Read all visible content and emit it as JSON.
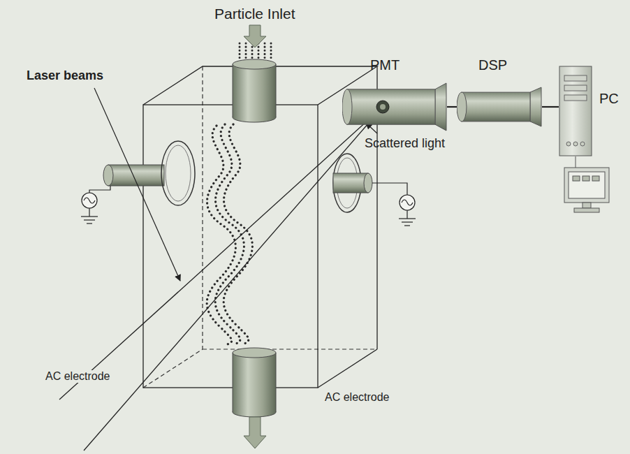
{
  "diagram": {
    "nodes": [
      {
        "text": [
          "PMT"
        ]
      },
      {
        "text": [
          "DSP"
        ]
      },
      {
        "text": [
          "PC"
        ]
      }
    ],
    "edges": [
      {
        "from": 0,
        "to": 1,
        "arrow": "none"
      },
      {
        "from": 1,
        "to": 2,
        "arrow": "none"
      }
    ],
    "labels": [
      "Particle Inlet",
      "Scattered light",
      "Laser beams",
      "AC electrode",
      "AC electrode"
    ]
  }
}
